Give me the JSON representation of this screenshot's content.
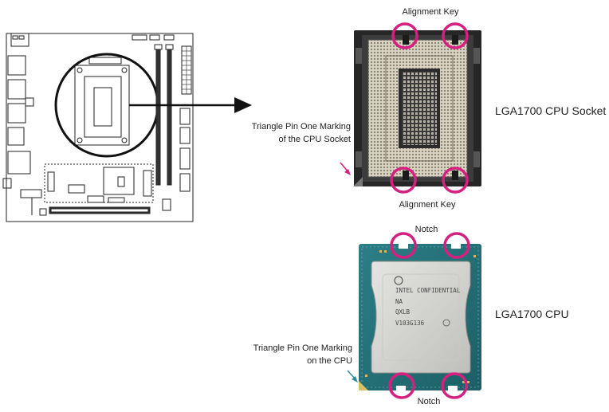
{
  "socket": {
    "title": "LGA1700 CPU Socket",
    "alignment_key_top": "Alignment Key",
    "alignment_key_bottom": "Alignment Key",
    "pin_one_label_1": "Triangle Pin One Marking",
    "pin_one_label_2": "of the CPU Socket"
  },
  "cpu": {
    "title": "LGA1700 CPU",
    "notch_top": "Notch",
    "notch_bottom": "Notch",
    "pin_one_label_1": "Triangle Pin One Marking",
    "pin_one_label_2": "on the CPU",
    "marking": [
      "INTEL CONFIDENTIAL",
      "NA",
      "QXLB",
      "V103G136"
    ]
  },
  "colors": {
    "highlight": "#d6207f",
    "cpu_pcb": "#2c7e86",
    "arrow": "#111111"
  }
}
